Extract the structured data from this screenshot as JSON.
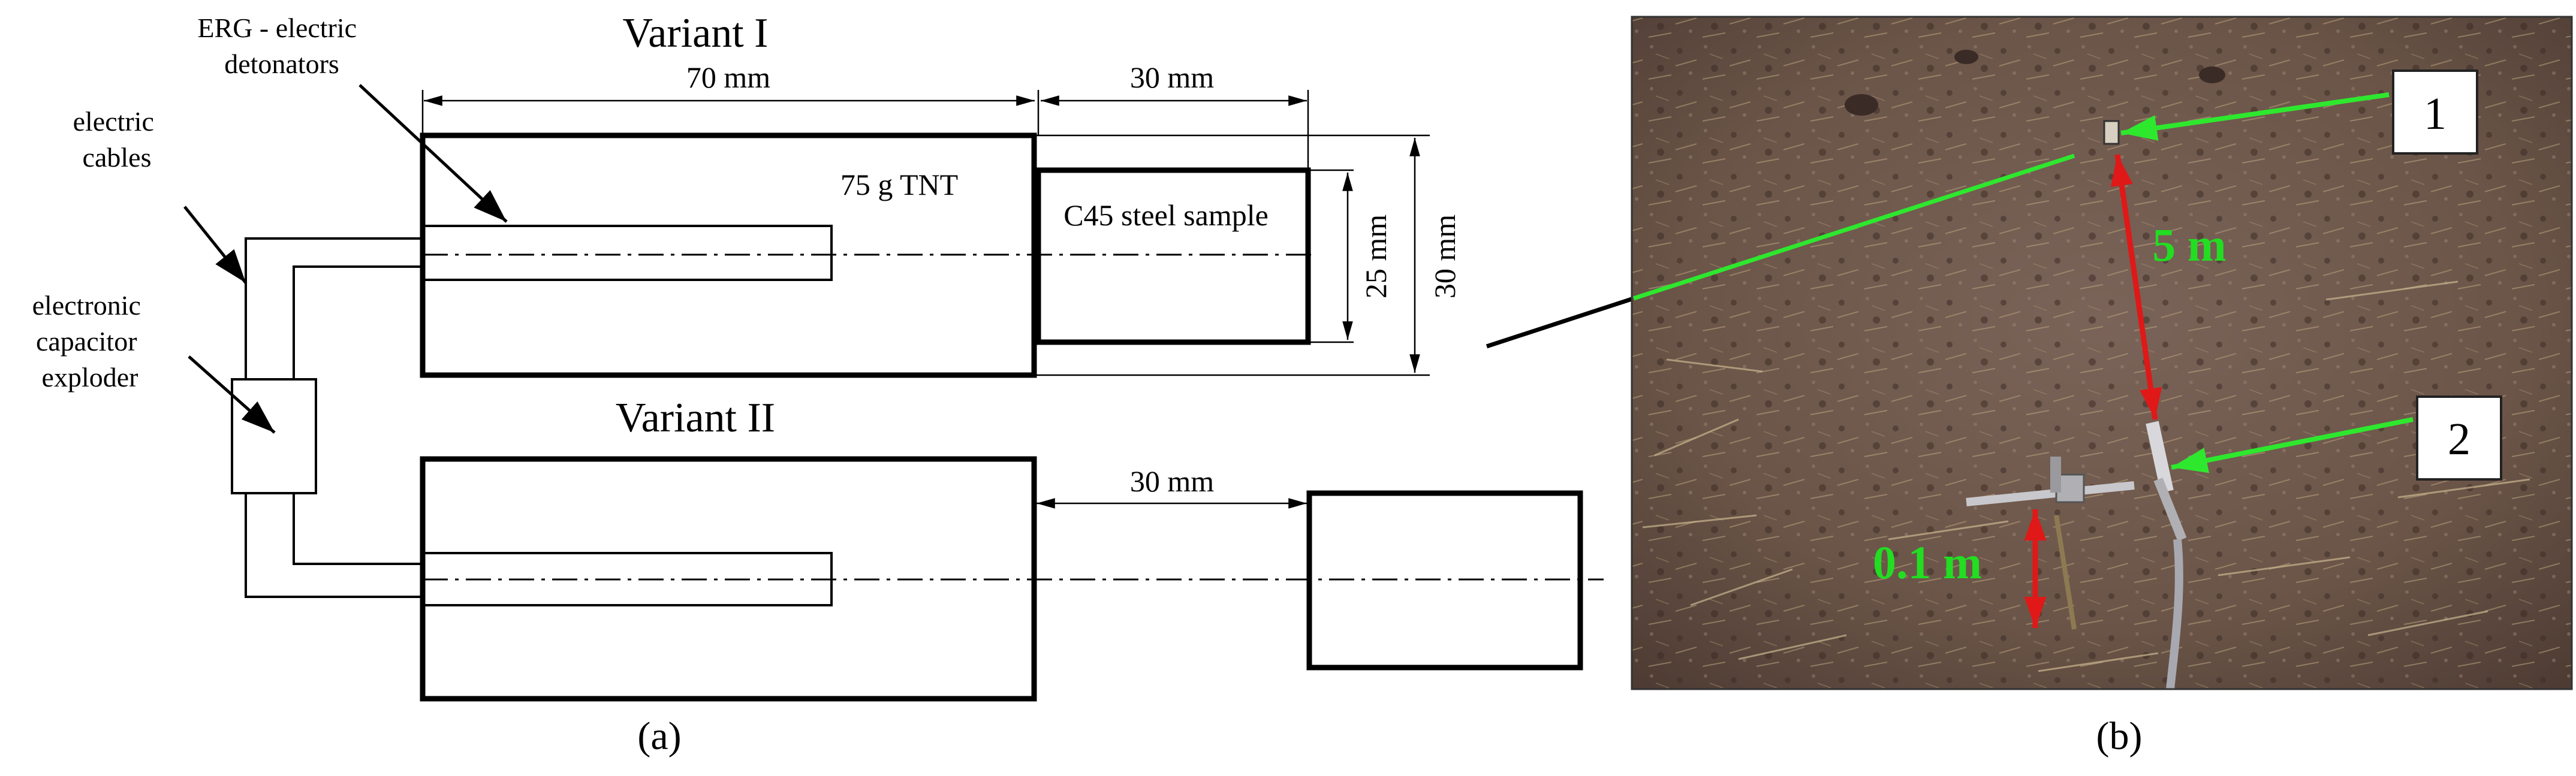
{
  "panel_a": {
    "variant1_title": "Variant I",
    "variant2_title": "Variant II",
    "dim_charge_length": "70 mm",
    "dim_gap_variant1": "30 mm",
    "dim_gap_variant2": "30 mm",
    "dim_sample_diameter": "25 mm",
    "dim_charge_diameter": "30 mm",
    "charge_label": "75 g TNT",
    "sample_label": "C45 steel sample",
    "label_detonators": [
      "ERG - electric",
      "detonators"
    ],
    "label_cables": [
      "electric",
      "cables"
    ],
    "label_exploder": [
      "electronic",
      "capacitor",
      "exploder"
    ],
    "caption": "(a)"
  },
  "panel_b": {
    "marker1": "1",
    "marker2": "2",
    "distance_upper": "5 m",
    "distance_lower": "0.1 m",
    "caption": "(b)",
    "colors": {
      "arrow_pointer": "#2ee82e",
      "arrow_distance": "#e01818",
      "distance_text": "#22dd22",
      "ground": "#6b5548"
    }
  }
}
